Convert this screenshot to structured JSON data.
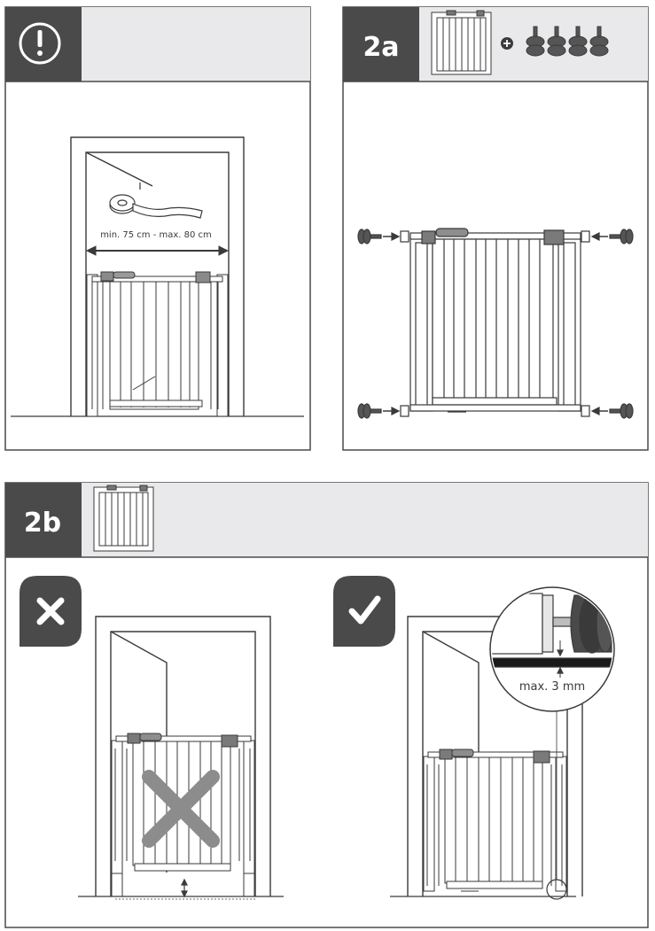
{
  "colors": {
    "ink": "#3a3a3a",
    "header_dark": "#4a4a4a",
    "header_light": "#e9e9eb",
    "panel_border": "#4a4a4a",
    "cross": "#8c8c8c",
    "white": "#ffffff"
  },
  "panels": {
    "warning": {
      "icon": "exclamation-icon"
    },
    "step_2a": {
      "label": "2a",
      "plus_icon": "plus-icon"
    },
    "step_2b": {
      "label": "2b",
      "wrong_icon": "cross-icon",
      "right_icon": "check-icon"
    }
  },
  "annotations": {
    "measure_range": "min. 75 cm - max. 80 cm",
    "gap_max": "max. 3 mm"
  }
}
